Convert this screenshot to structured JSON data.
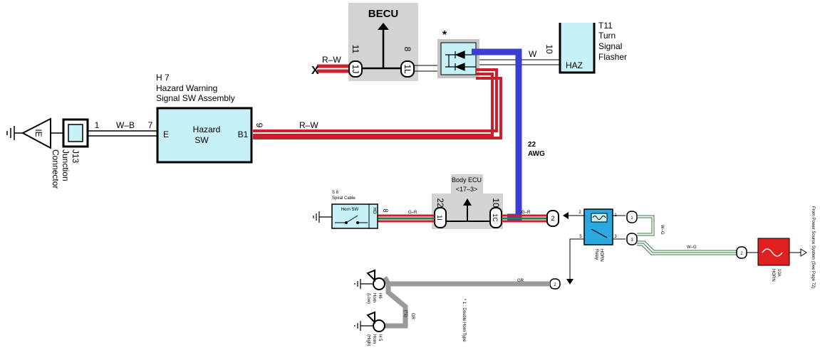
{
  "colors": {
    "red_wire": "#cc1f2e",
    "blue_wire": "#3b3fd0",
    "green_wire": "#2e7d3a",
    "gray_wire": "#9a9a9a",
    "ecu_gray": "#d3d3d3",
    "component_fill": "#c6f1f6",
    "relay_fill": "#29a9e0",
    "fuse_fill": "#e02020"
  },
  "becu": {
    "title": "BECU",
    "pin11": "11",
    "pin11_conn": "1J",
    "pin8": "8",
    "pin8_conn": "1L",
    "asterisk": "*",
    "wire_in": "R–W",
    "x_mark": "X"
  },
  "flasher": {
    "ref": "T11",
    "line1": "Turn",
    "line2": "Signal",
    "line3": "Flasher",
    "terminal": "HAZ",
    "pin": "10",
    "wire": "W"
  },
  "hazard_sw": {
    "ref": "H 7",
    "title1": "Hazard Warning",
    "title2": "Signal SW Assembly",
    "label1": "Hazard",
    "label2": "SW",
    "term_e": "E",
    "term_b1": "B1",
    "pin7": "7",
    "pin9": "9",
    "wire_out": "R–W"
  },
  "junction": {
    "pin": "1",
    "wire": "W–B",
    "ground": "IE",
    "ref": "J13",
    "line1": "Junction",
    "line2": "Connector"
  },
  "awg": {
    "gauge": "22",
    "unit": "AWG"
  },
  "body_ecu": {
    "title": "Body ECU",
    "sub": "<17–3>",
    "pin22": "22",
    "pin22_conn": "1I",
    "pin10": "10",
    "pin10_conn": "1C"
  },
  "spiral": {
    "ref": "S 8",
    "title": "Spiral Cable",
    "horn_sw": "Horn SW",
    "ho": "HO",
    "pin": "8",
    "wire": "G–R"
  },
  "horn_circuit": {
    "wire_gr": "G–R",
    "conn2": "2",
    "relay_pin1": "1",
    "relay_pin2": "2",
    "relay_pin3": "3",
    "relay_pin5": "5",
    "relay_name": "HORN",
    "relay_type": "Relay",
    "wire_wg1": "W–G",
    "wire_wg2": "W–G",
    "fuse_amp": "10A",
    "fuse_name": "HORN",
    "source_note": "From Power Source System (See Page 72)",
    "wire_gray": "GR",
    "wire_gray2": "GR",
    "double_horn": "(*1)",
    "footnote": "* 1 : Double Horn Type"
  },
  "horn_low": {
    "ref": "H6",
    "name": "Horn",
    "variant": "(Low)"
  },
  "horn_high": {
    "ref": "H 5",
    "name": "Horn",
    "variant": "(High)"
  }
}
